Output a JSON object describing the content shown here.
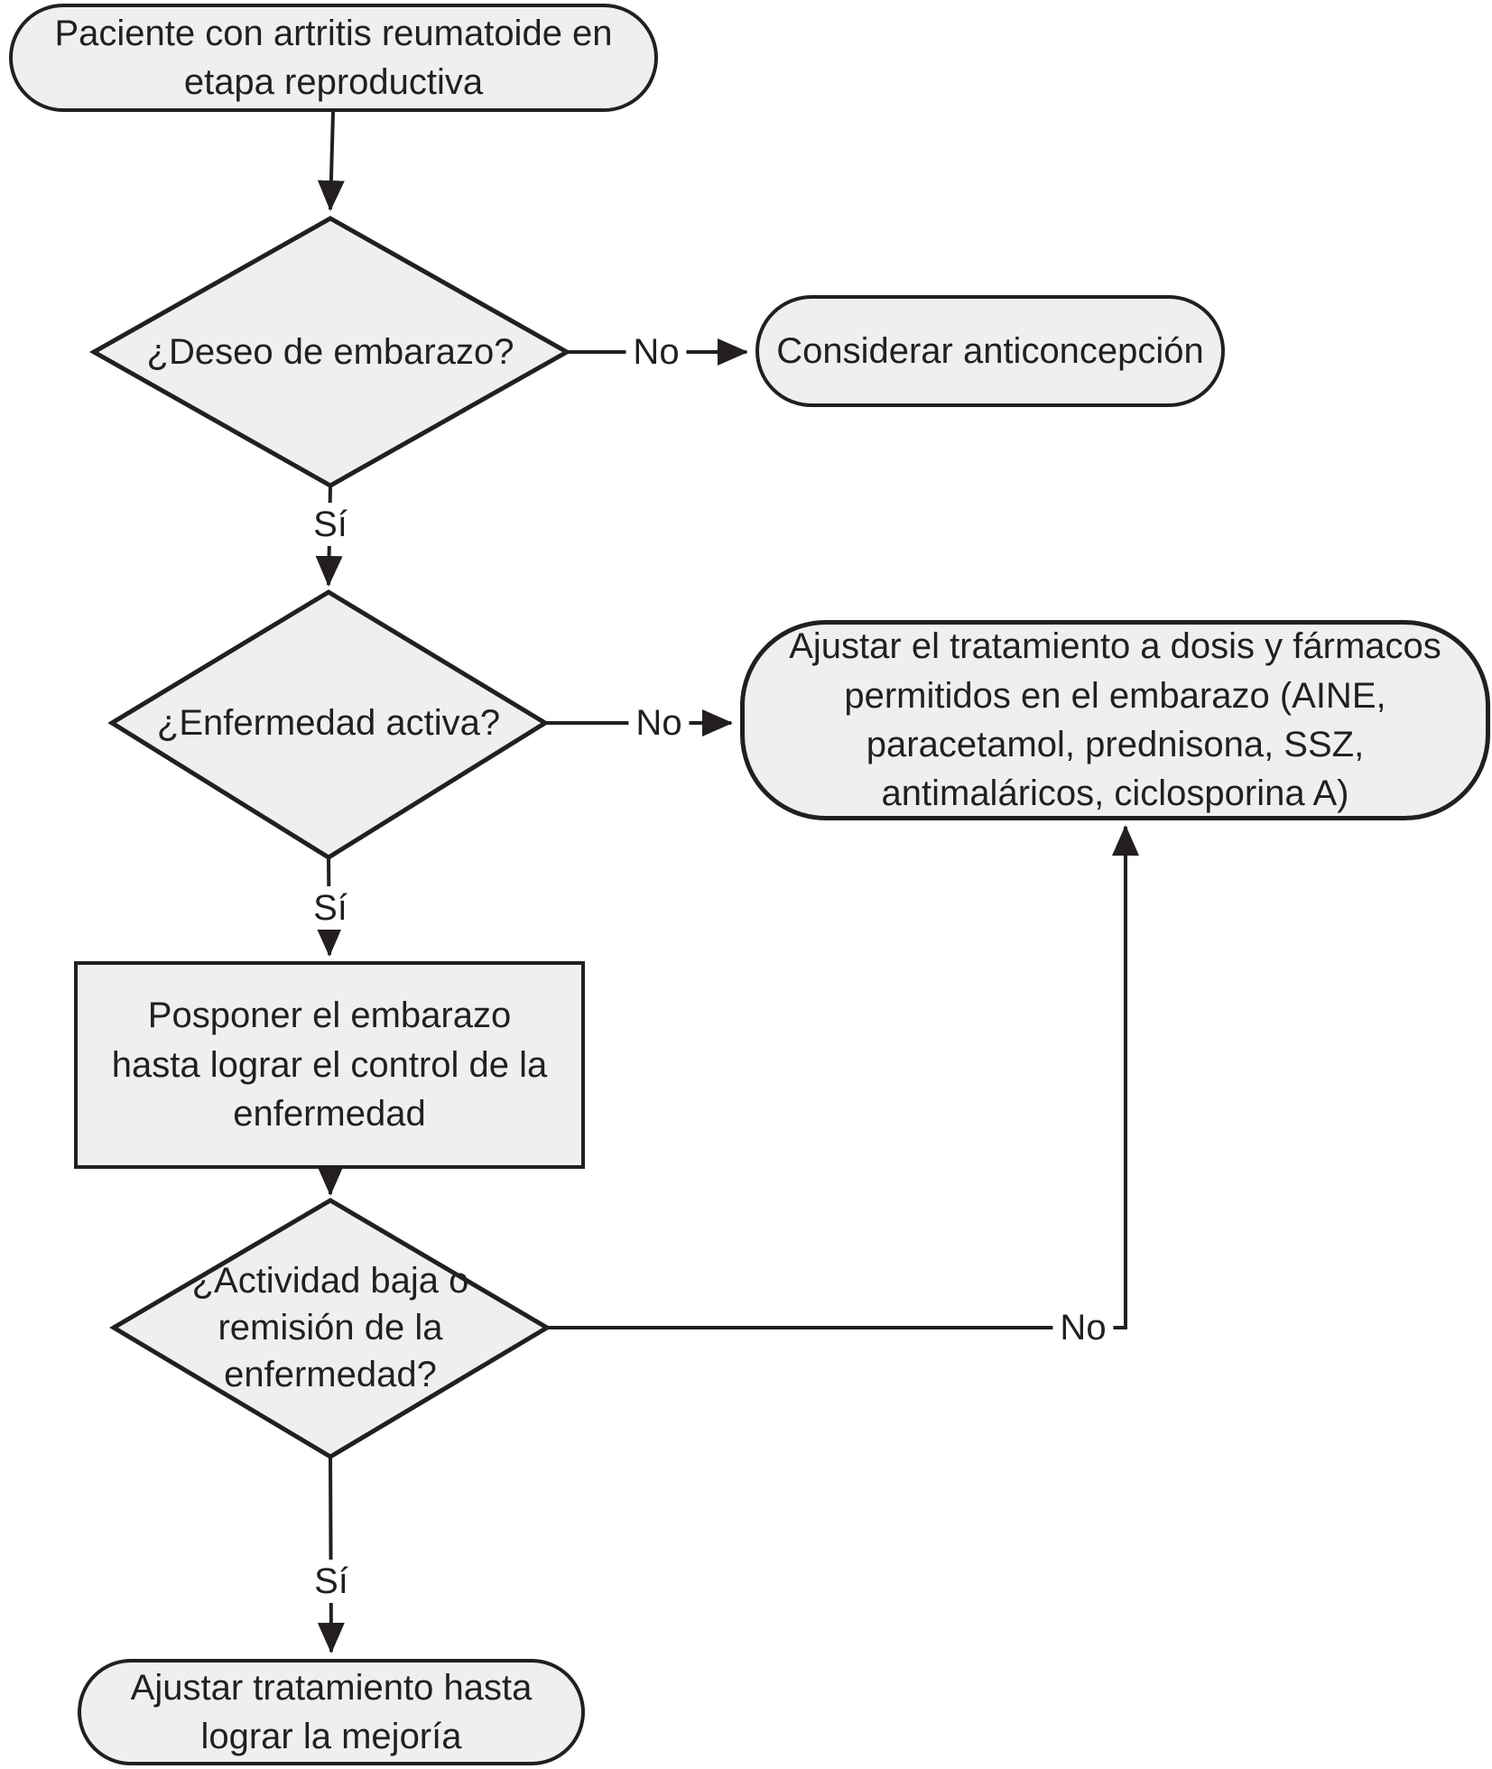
{
  "palette": {
    "node_fill": "#efefef",
    "node_border": "#231f20",
    "text": "#231f20",
    "background": "#ffffff"
  },
  "flowchart": {
    "nodes": {
      "start": "Paciente con artritis reumatoide en etapa reproductiva",
      "decision_pregnancy": "¿Deseo de embarazo?",
      "contraception": "Considerar anticoncepción",
      "decision_active_disease": "¿Enfermedad activa?",
      "adjust_pregnancy_safe": "Ajustar el tratamiento a dosis y fármacos permitidos en el embarazo (AINE, paracetamol, prednisona, SSZ, antimaláricos, ciclosporina A)",
      "postpone_pregnancy": "Posponer el embarazo hasta lograr el control de la enfermedad",
      "decision_low_activity": "¿Actividad baja o remisión de la enfermedad?",
      "adjust_until_improvement": "Ajustar tratamiento hasta lograr la mejoría"
    },
    "edge_labels": {
      "pregnancy_no": "No",
      "pregnancy_yes": "Sí",
      "active_no": "No",
      "active_yes": "Sí",
      "low_activity_no": "No",
      "low_activity_yes": "Sí"
    }
  }
}
